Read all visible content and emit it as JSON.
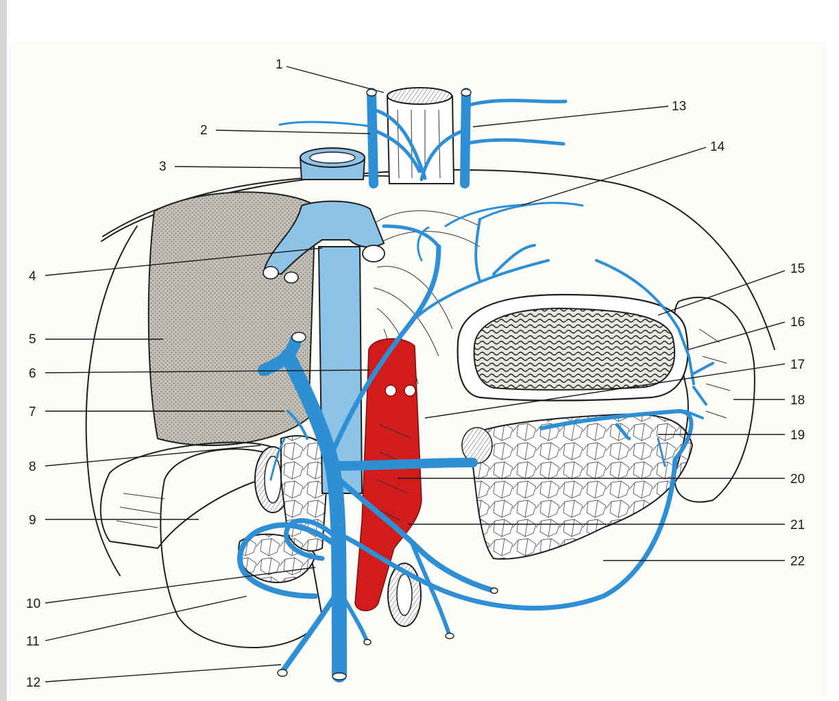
{
  "colors": {
    "vein": "#2e8fd4",
    "vein_light": "#8ec3e8",
    "artery": "#d21c1c",
    "liver": "#b9b6ae",
    "ink": "#1a1a1a",
    "paper": "#fbfbf8"
  },
  "labels": {
    "l1": "1",
    "l2": "2",
    "l3": "3",
    "l4": "4",
    "l5": "5",
    "l6": "6",
    "l7": "7",
    "l8": "8",
    "l9": "9",
    "l10": "10",
    "l11": "11",
    "l12": "12",
    "l13": "13",
    "l14": "14",
    "l15": "15",
    "l16": "16",
    "l17": "17",
    "l18": "18",
    "l19": "19",
    "l20": "20",
    "l21": "21",
    "l22": "22"
  }
}
